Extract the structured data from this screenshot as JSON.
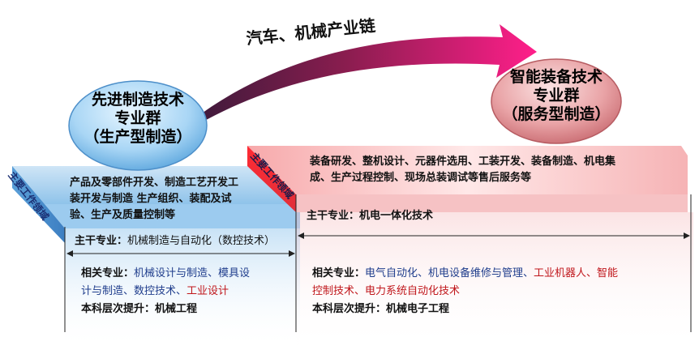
{
  "chain_label": "汽车、机械产业链",
  "left_group": {
    "title_lines": [
      "先进制造技术",
      "专业群",
      "（生产型制造）"
    ],
    "side_label": "主要工作领域",
    "work_lines": [
      "产品及零部件开发、制造工艺开发工",
      "装开发与制造 生产组织、装配及试",
      "验、生产及质量控制等"
    ],
    "main_major_label": "主干专业：",
    "main_major_value": "机械制造与自动化（数控技术）",
    "related_label": "相关专业：",
    "related_value_1": "机械设计与制造、模具设",
    "related_value_2": "计与制造、数控技术",
    "related_sep": "、",
    "related_value_red": "工业设计",
    "upgrade_label": "本科层次提升：",
    "upgrade_value": "机械工程"
  },
  "right_group": {
    "title_lines": [
      "智能装备技术",
      "专业群",
      "（服务型制造）"
    ],
    "side_label": "主要工作领域",
    "work_lines": [
      "装备研发、整机设计、元器件选用、工装开发、装备制造、机电集",
      "成、生产过程控制、现场总装调试等售后服务等"
    ],
    "main_major_label": "主干专业：",
    "main_major_value": "机电一体化技术",
    "related_label": "相关专业：",
    "related_value_1": "电气自动化、机电设备维修与管理、",
    "related_value_red_1": "工业机器人、智能",
    "related_value_red_2": "控制技术、电力系统自动化技术",
    "upgrade_label": "本科层次提升：",
    "upgrade_value": "机械电子工程"
  },
  "colors": {
    "left_accent": "#6fb1e6",
    "right_accent": "#f0454d",
    "arrow": "#d91f63",
    "related_red": "#c0161b",
    "related_blue": "#1f3d8c"
  }
}
